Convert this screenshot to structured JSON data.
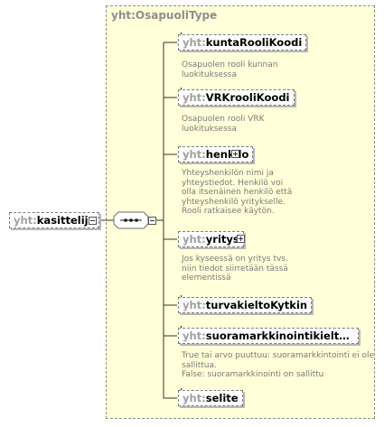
{
  "type": {
    "name": "yht:OsapuoliType"
  },
  "root": {
    "prefix": "yht:",
    "name": "kasittelija"
  },
  "elements": [
    {
      "prefix": "yht:",
      "name": "kuntaRooliKoodi",
      "doc": [
        "Osapuolen rooli kunnan",
        "luokituksessa"
      ]
    },
    {
      "prefix": "yht:",
      "name": "VRKrooliKoodi",
      "doc": [
        "Osapuolen rooli VRK",
        "luokituksessa"
      ]
    },
    {
      "prefix": "yht:",
      "name": "henkilo",
      "doc": [
        "Yhteyshenkilön nimi ja",
        "yhteystiedot. Henkilö voi",
        "olla itsenäinen henkilö että",
        "yhteyshenkilö yritykselle.",
        "Rooli ratkaisee käytön."
      ]
    },
    {
      "prefix": "yht:",
      "name": "yritys",
      "doc": [
        "Jos kyseessä on yritys tvs.",
        "niin tiedot siirretään tässä",
        "elementissä"
      ]
    },
    {
      "prefix": "yht:",
      "name": "turvakieltoKytkin",
      "doc": []
    },
    {
      "prefix": "yht:",
      "name": "suoramarkkinointikieltoKytk...",
      "doc": [
        "True tai arvo puuttuu: suoramarkkintointi ei ole",
        "sallittua.",
        "False: suoramarkkinointi on sallittu"
      ]
    },
    {
      "prefix": "yht:",
      "name": "selite",
      "doc": []
    }
  ]
}
